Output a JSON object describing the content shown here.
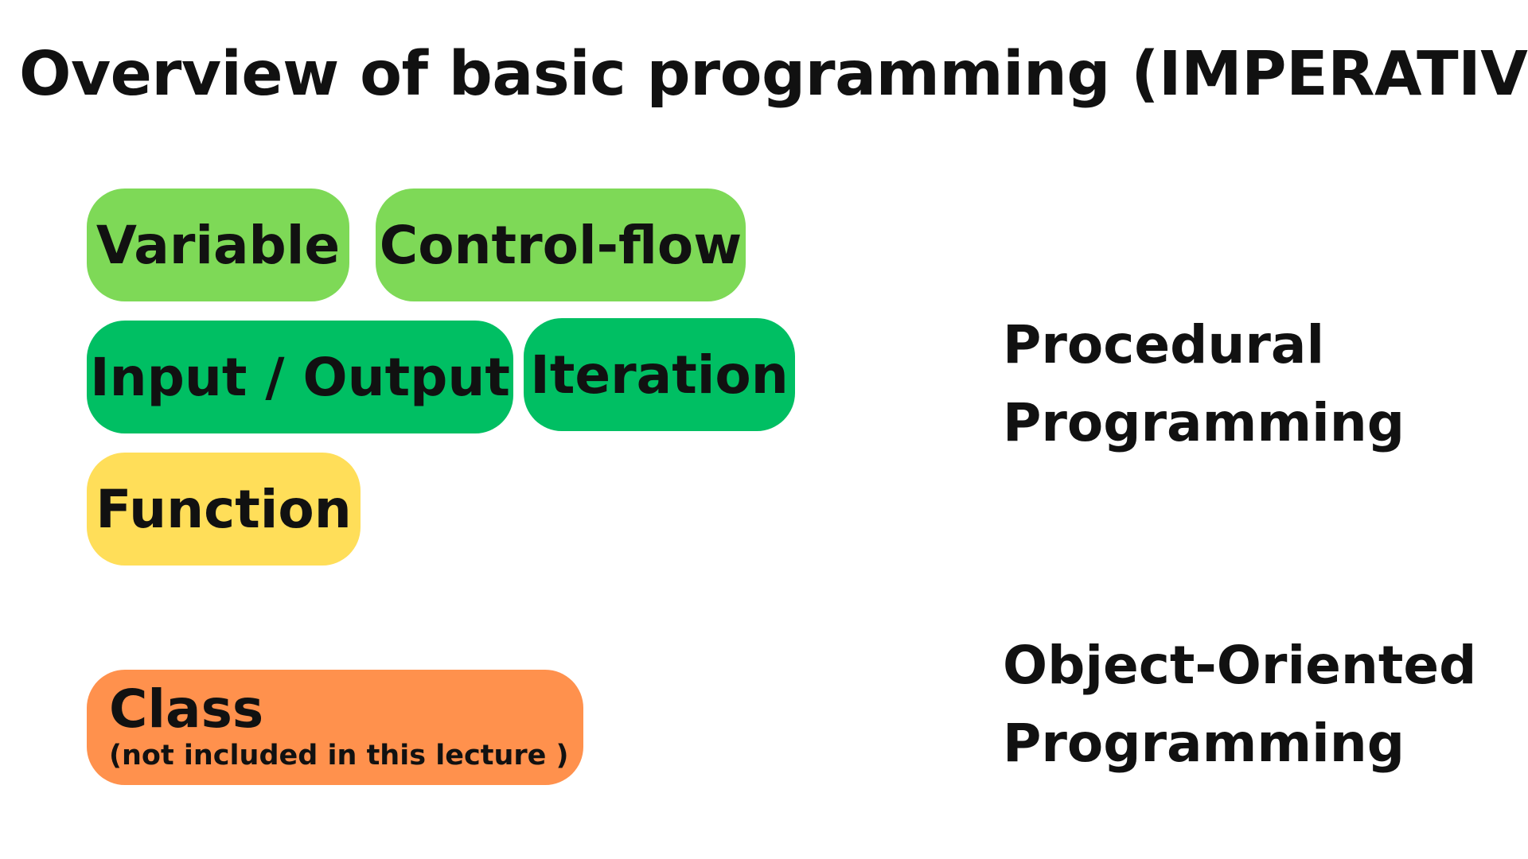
{
  "title": "Overview of basic programming (IMPERATIVE)",
  "concepts": {
    "variable": {
      "label": "Variable",
      "color": "#7ed957"
    },
    "control_flow": {
      "label": "Control-flow",
      "color": "#7ed957"
    },
    "input_output": {
      "label": "Input / Output",
      "color": "#00bf63"
    },
    "iteration": {
      "label": "Iteration",
      "color": "#00bf63"
    },
    "function": {
      "label": "Function",
      "color": "#ffde59"
    },
    "class": {
      "label": "Class",
      "note": "(not included in this lecture )",
      "color": "#ff914d"
    }
  },
  "paradigms": {
    "procedural": {
      "line1": "Procedural",
      "line2": "Programming"
    },
    "object_oriented": {
      "line1": "Object-Oriented",
      "line2": "Programming"
    }
  }
}
